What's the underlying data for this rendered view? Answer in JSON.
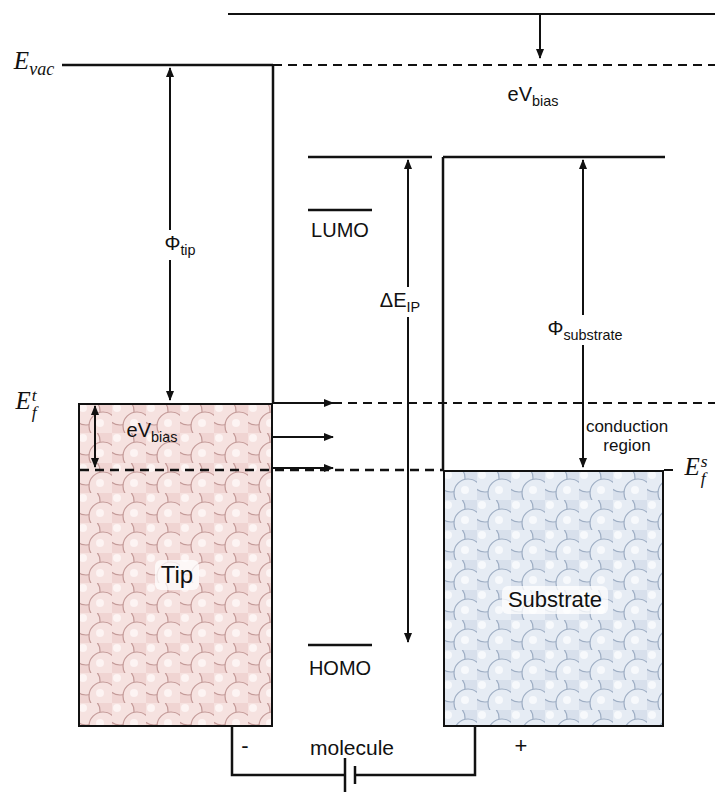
{
  "diagram": {
    "nodes": [
      {
        "text": [
          "eVbias",
          "Tip"
        ]
      },
      {
        "text": [
          "Substrate"
        ]
      }
    ],
    "labels": [
      "Evac",
      "eVbias",
      "Φtip",
      "LUMO",
      "ΔEIP",
      "Φsubstrate",
      "Eft",
      "conduction region",
      "Efs",
      "HOMO",
      "-",
      "molecule",
      "+"
    ]
  }
}
